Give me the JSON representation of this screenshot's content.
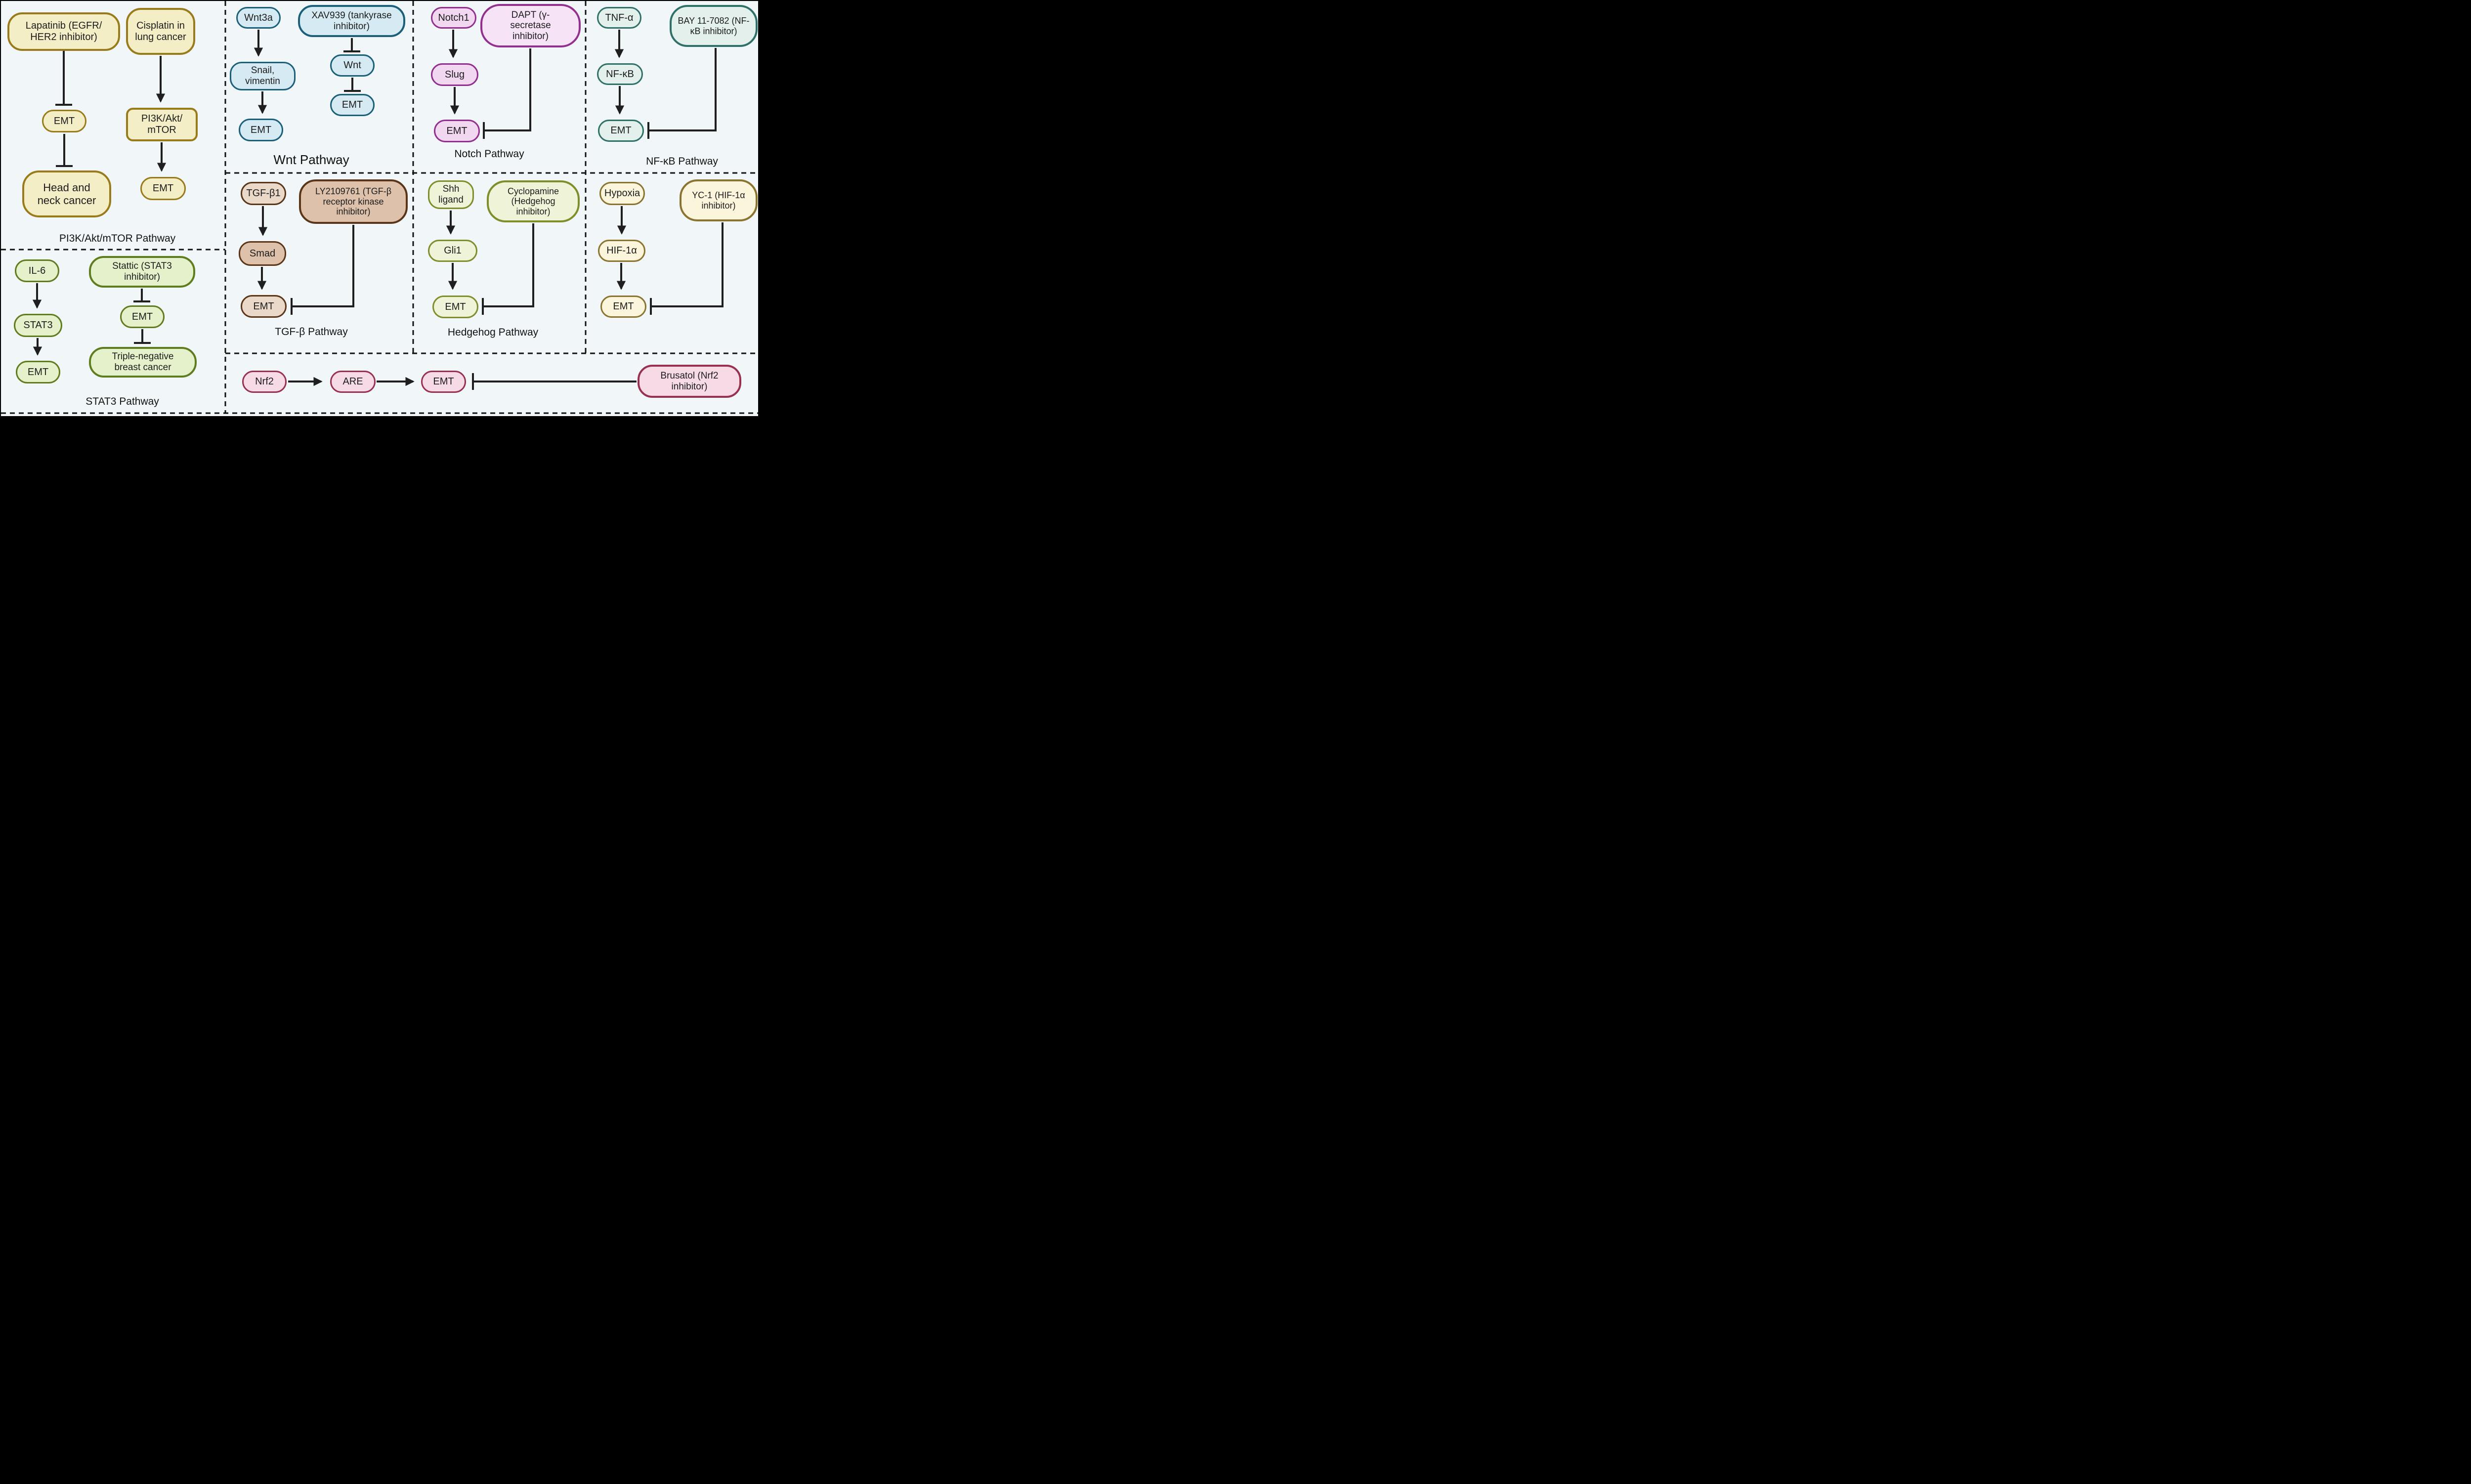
{
  "palette": {
    "background": "#f1f6f9",
    "line": "#1f1f1f",
    "divider": "#111111",
    "pi3k_fill": "#f3eec6",
    "pi3k_border": "#9a7b1c",
    "stat3_fill": "#e4f1cb",
    "stat3_border": "#5f7d1f",
    "wnt_fill": "#d5eaf3",
    "wnt_border": "#1b6078",
    "tgf_fill": "#ead8c8",
    "tgf_fill_dark": "#ddc1ab",
    "tgf_border": "#5a3518",
    "notch_fill": "#f1d7ef",
    "notch_border": "#92308f",
    "hedgehog_fill": "#eff3d7",
    "hedgehog_border": "#7f8d2b",
    "nfkb_fill": "#e3f0ec",
    "nfkb_border": "#2f7168",
    "hif_fill": "#fbf5dc",
    "hif_border": "#8a7430",
    "nrf2_fill": "#f6dbe6",
    "nrf2_border": "#97314f"
  },
  "panels": {
    "pi3k": {
      "title": "PI3K/Akt/mTOR Pathway",
      "nodes": {
        "lapatinib": "Lapatinib (EGFR/\nHER2 inhibitor)",
        "cisplatin": "Cisplatin in\nlung cancer",
        "emt_top": "EMT",
        "head_neck": "Head and\nneck cancer",
        "pi3k_akt_mtor": "PI3K/Akt/\nmTOR",
        "emt_bottom": "EMT"
      },
      "edges": [
        {
          "from": "lapatinib",
          "to": "emt_top",
          "type": "inhibition"
        },
        {
          "from": "emt_top",
          "to": "head_neck",
          "type": "inhibition"
        },
        {
          "from": "cisplatin",
          "to": "pi3k_akt_mtor",
          "type": "activation"
        },
        {
          "from": "pi3k_akt_mtor",
          "to": "emt_bottom",
          "type": "activation"
        }
      ]
    },
    "stat3": {
      "title": "STAT3 Pathway",
      "nodes": {
        "il6": "IL-6",
        "stat3": "STAT3",
        "emt_left": "EMT",
        "stattic": "Stattic (STAT3\ninhibitor)",
        "emt_right": "EMT",
        "tnbc": "Triple-negative\nbreast cancer"
      },
      "edges": [
        {
          "from": "il6",
          "to": "stat3",
          "type": "activation"
        },
        {
          "from": "stat3",
          "to": "emt_left",
          "type": "activation"
        },
        {
          "from": "stattic",
          "to": "emt_right",
          "type": "inhibition"
        },
        {
          "from": "emt_right",
          "to": "tnbc",
          "type": "inhibition"
        }
      ]
    },
    "wnt": {
      "title": "Wnt Pathway",
      "nodes": {
        "wnt3a": "Wnt3a",
        "snail_vimentin": "Snail,\nvimentin",
        "emt_left": "EMT",
        "xav939": "XAV939 (tankyrase\ninhibitor)",
        "wnt": "Wnt",
        "emt_right": "EMT"
      },
      "edges": [
        {
          "from": "wnt3a",
          "to": "snail_vimentin",
          "type": "activation"
        },
        {
          "from": "snail_vimentin",
          "to": "emt_left",
          "type": "activation"
        },
        {
          "from": "xav939",
          "to": "wnt",
          "type": "inhibition"
        },
        {
          "from": "wnt",
          "to": "emt_right",
          "type": "inhibition"
        }
      ]
    },
    "tgfb": {
      "title": "TGF-β Pathway",
      "nodes": {
        "tgfb1": "TGF-β1",
        "smad": "Smad",
        "emt": "EMT",
        "ly2109761": "LY2109761 (TGF-β\nreceptor kinase\ninhibitor)"
      },
      "edges": [
        {
          "from": "tgfb1",
          "to": "smad",
          "type": "activation"
        },
        {
          "from": "smad",
          "to": "emt",
          "type": "activation"
        },
        {
          "from": "ly2109761",
          "to": "emt",
          "type": "inhibition"
        }
      ]
    },
    "notch": {
      "title": "Notch Pathway",
      "nodes": {
        "notch1": "Notch1",
        "slug": "Slug",
        "emt": "EMT",
        "dapt": "DAPT (γ-\nsecretase\ninhibitor)"
      },
      "edges": [
        {
          "from": "notch1",
          "to": "slug",
          "type": "activation"
        },
        {
          "from": "slug",
          "to": "emt",
          "type": "activation"
        },
        {
          "from": "dapt",
          "to": "emt",
          "type": "inhibition"
        }
      ]
    },
    "hedgehog": {
      "title": "Hedgehog Pathway",
      "nodes": {
        "shh": "Shh\nligand",
        "gli1": "Gli1",
        "emt": "EMT",
        "cyclopamine": "Cyclopamine\n(Hedgehog\ninhibitor)"
      },
      "edges": [
        {
          "from": "shh",
          "to": "gli1",
          "type": "activation"
        },
        {
          "from": "gli1",
          "to": "emt",
          "type": "activation"
        },
        {
          "from": "cyclopamine",
          "to": "emt",
          "type": "inhibition"
        }
      ]
    },
    "nfkb": {
      "title": "NF-κB Pathway",
      "nodes": {
        "tnfa": "TNF-α",
        "nfkb": "NF-κB",
        "emt": "EMT",
        "bay": "BAY 11-7082 (NF-\nκB inhibitor)"
      },
      "edges": [
        {
          "from": "tnfa",
          "to": "nfkb",
          "type": "activation"
        },
        {
          "from": "nfkb",
          "to": "emt",
          "type": "activation"
        },
        {
          "from": "bay",
          "to": "emt",
          "type": "inhibition"
        }
      ]
    },
    "hif": {
      "nodes": {
        "hypoxia": "Hypoxia",
        "hif1a": "HIF-1α",
        "emt": "EMT",
        "yc1": "YC-1 (HIF-1α\ninhibitor)"
      },
      "edges": [
        {
          "from": "hypoxia",
          "to": "hif1a",
          "type": "activation"
        },
        {
          "from": "hif1a",
          "to": "emt",
          "type": "activation"
        },
        {
          "from": "yc1",
          "to": "emt",
          "type": "inhibition"
        }
      ]
    },
    "nrf2": {
      "nodes": {
        "nrf2": "Nrf2",
        "are": "ARE",
        "emt": "EMT",
        "brusatol": "Brusatol (Nrf2\ninhibitor)"
      },
      "edges": [
        {
          "from": "nrf2",
          "to": "are",
          "type": "activation"
        },
        {
          "from": "are",
          "to": "emt",
          "type": "activation"
        },
        {
          "from": "brusatol",
          "to": "emt",
          "type": "inhibition"
        }
      ]
    }
  }
}
